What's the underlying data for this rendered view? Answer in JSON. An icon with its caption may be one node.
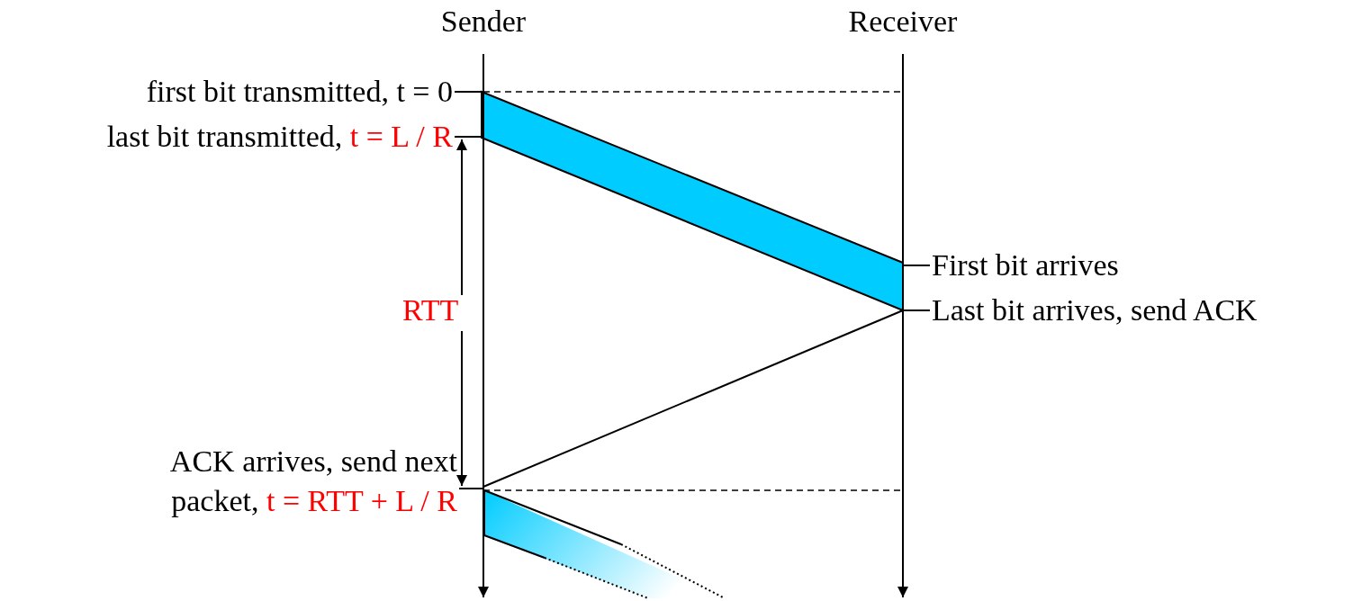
{
  "diagram": {
    "nodes": [
      {
        "text": [
          "Sender"
        ]
      },
      {
        "text": [
          "Receiver"
        ]
      },
      {
        "text": [
          "first bit transmitted, t = 0"
        ]
      },
      {
        "text": [
          "last bit transmitted,",
          "t = L / R"
        ]
      },
      {
        "text": [
          "First bit arrives"
        ]
      },
      {
        "text": [
          "Last bit arrives, send ACK"
        ]
      },
      {
        "text": [
          "ACK arrives, send next packet,",
          "t = RTT + L / R"
        ]
      }
    ],
    "edges": [
      {
        "from": 2,
        "to": 0,
        "arrow": "none"
      },
      {
        "from": 0,
        "to": 1,
        "arrow": "none",
        "style": "dashed"
      },
      {
        "from": 3,
        "to": 0,
        "arrow": "none"
      },
      {
        "from": 4,
        "to": 1,
        "arrow": "none"
      },
      {
        "from": 5,
        "to": 1,
        "arrow": "none"
      },
      {
        "from": 1,
        "to": 0,
        "arrow": "none"
      },
      {
        "from": 6,
        "to": 0,
        "arrow": "none"
      },
      {
        "from": 0,
        "to": 1,
        "arrow": "none",
        "style": "dashed"
      }
    ],
    "labels": [
      "RTT"
    ]
  }
}
